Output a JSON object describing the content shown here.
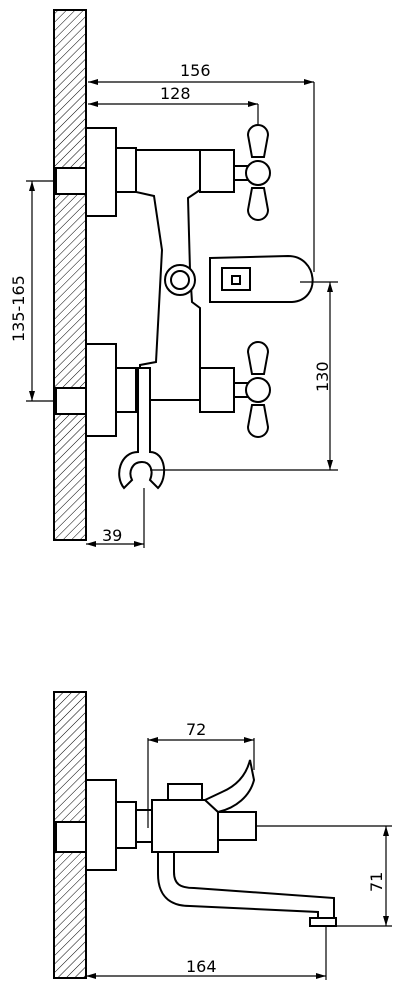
{
  "dimensions": {
    "front_view": {
      "overall_width": "156",
      "handle_width": "128",
      "center_spacing": "135-165",
      "handle_drop": "130",
      "holder_offset": "39"
    },
    "side_view": {
      "body_width": "72",
      "spout_height": "71",
      "overall_depth": "164"
    }
  }
}
